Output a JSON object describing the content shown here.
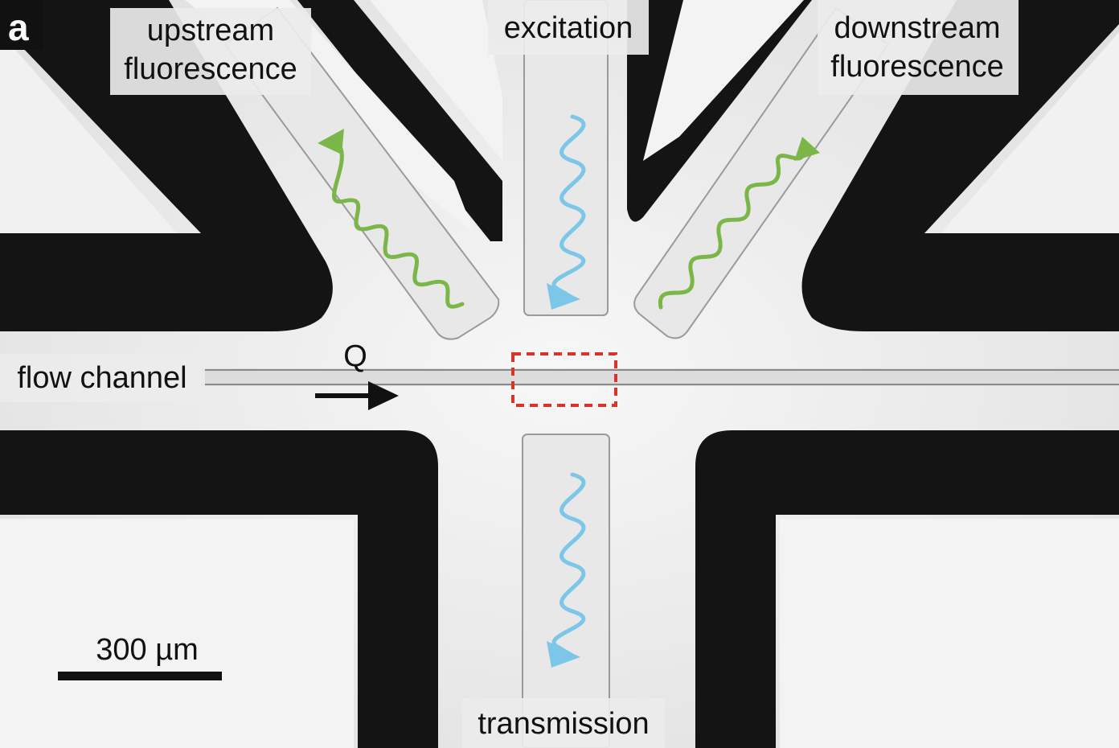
{
  "figure": {
    "panel_letter": "a",
    "labels": {
      "upstream_line1": "upstream",
      "upstream_line2": "fluorescence",
      "excitation": "excitation",
      "downstream_line1": "downstream",
      "downstream_line2": "fluorescence",
      "flow_channel": "flow channel",
      "flow_symbol": "Q",
      "transmission": "transmission",
      "scale_bar": "300 µm"
    },
    "colors": {
      "background": "#f4f4f4",
      "walls": "#141414",
      "waveguide_fill": "#e9e9e9",
      "excitation_wave": "#7cc7e8",
      "fluorescence_wave": "#7ab648",
      "detection_box": "#d9332b",
      "label_box": "#ececec",
      "arrow": "#111111"
    },
    "icons": [
      "excitation-wave-icon",
      "fluorescence-wave-icon",
      "flow-arrow-icon",
      "detection-box-icon",
      "scale-bar-icon"
    ]
  }
}
